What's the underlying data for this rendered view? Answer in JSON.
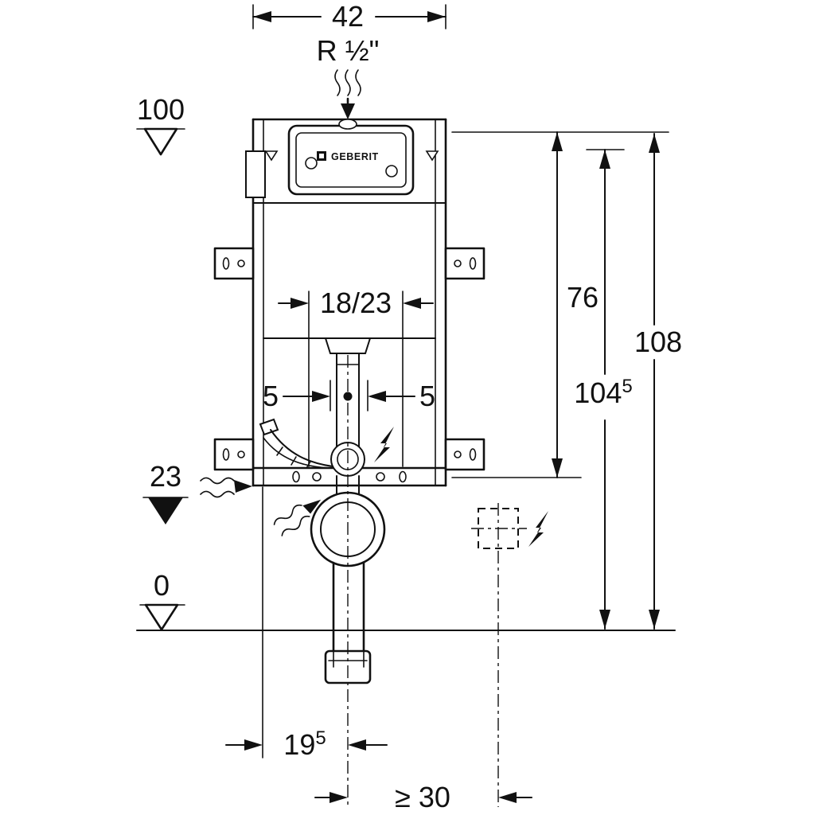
{
  "drawing": {
    "brand": "GEBERIT",
    "dims": {
      "width_top": "42",
      "supply_thread": "R ½\"",
      "level_top": "100",
      "height_frame": "76",
      "height_total": "108",
      "height_104": {
        "base": "104",
        "sup": "5"
      },
      "supply_offset": "18/23",
      "offset_left": "5",
      "offset_right": "5",
      "level_outlet": "23",
      "level_floor": "0",
      "depth_195": {
        "base": "19",
        "sup": "5"
      },
      "min_clearance": "≥ 30"
    }
  }
}
